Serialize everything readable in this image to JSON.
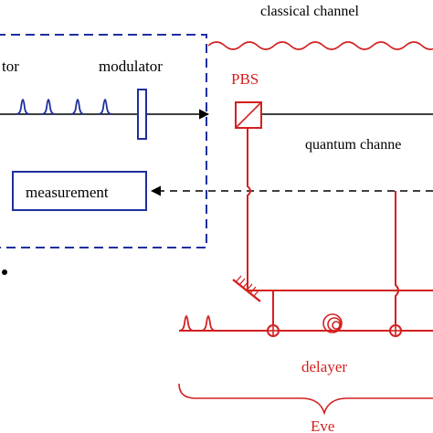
{
  "labels": {
    "classical_channel": "classical channel",
    "generator_fragment": "tor",
    "modulator": "modulator",
    "pbs": "PBS",
    "quantum_channel": "quantum channe",
    "measurement": "measurement",
    "delayer": "delayer",
    "eve": "Eve"
  },
  "colors": {
    "blue": "#1f2f9e",
    "red": "#d42020",
    "black": "#000000",
    "background": "#ffffff"
  }
}
